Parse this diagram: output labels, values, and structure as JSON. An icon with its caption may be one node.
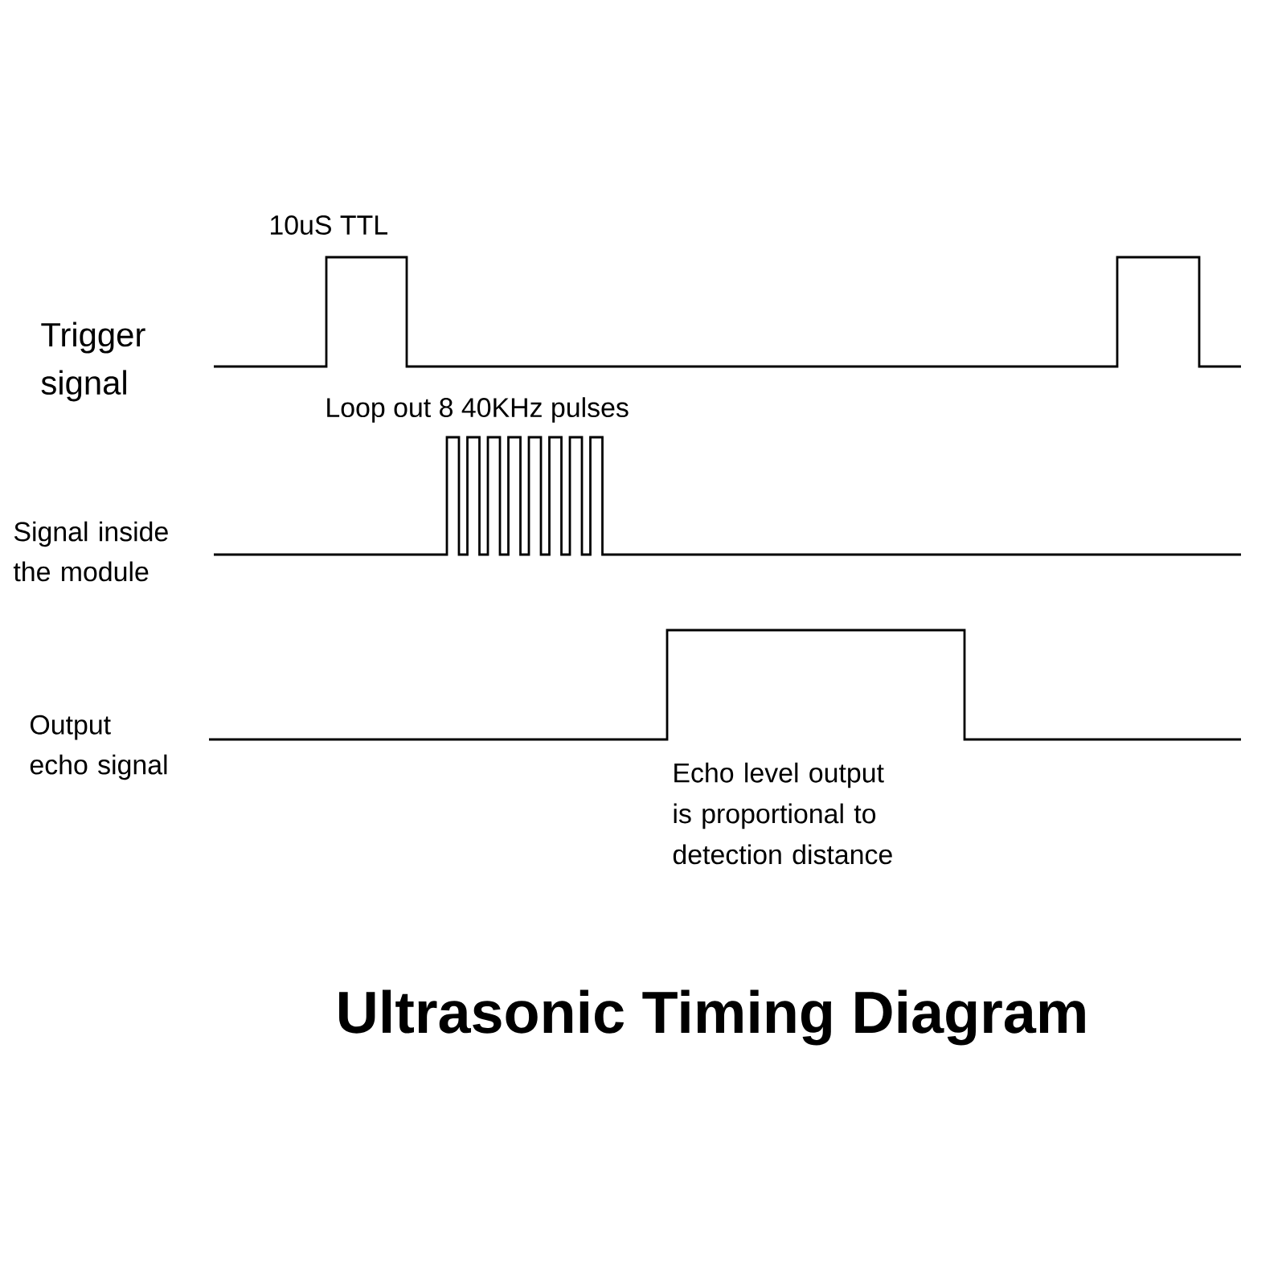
{
  "diagram": {
    "title": "Ultrasonic Timing Diagram",
    "labels": [
      "10uS TTL",
      "Trigger signal",
      "Loop out 8 40KHz pulses",
      "Signal inside the module",
      "Output echo signal",
      "Echo level output is proportional to detection distance"
    ]
  }
}
